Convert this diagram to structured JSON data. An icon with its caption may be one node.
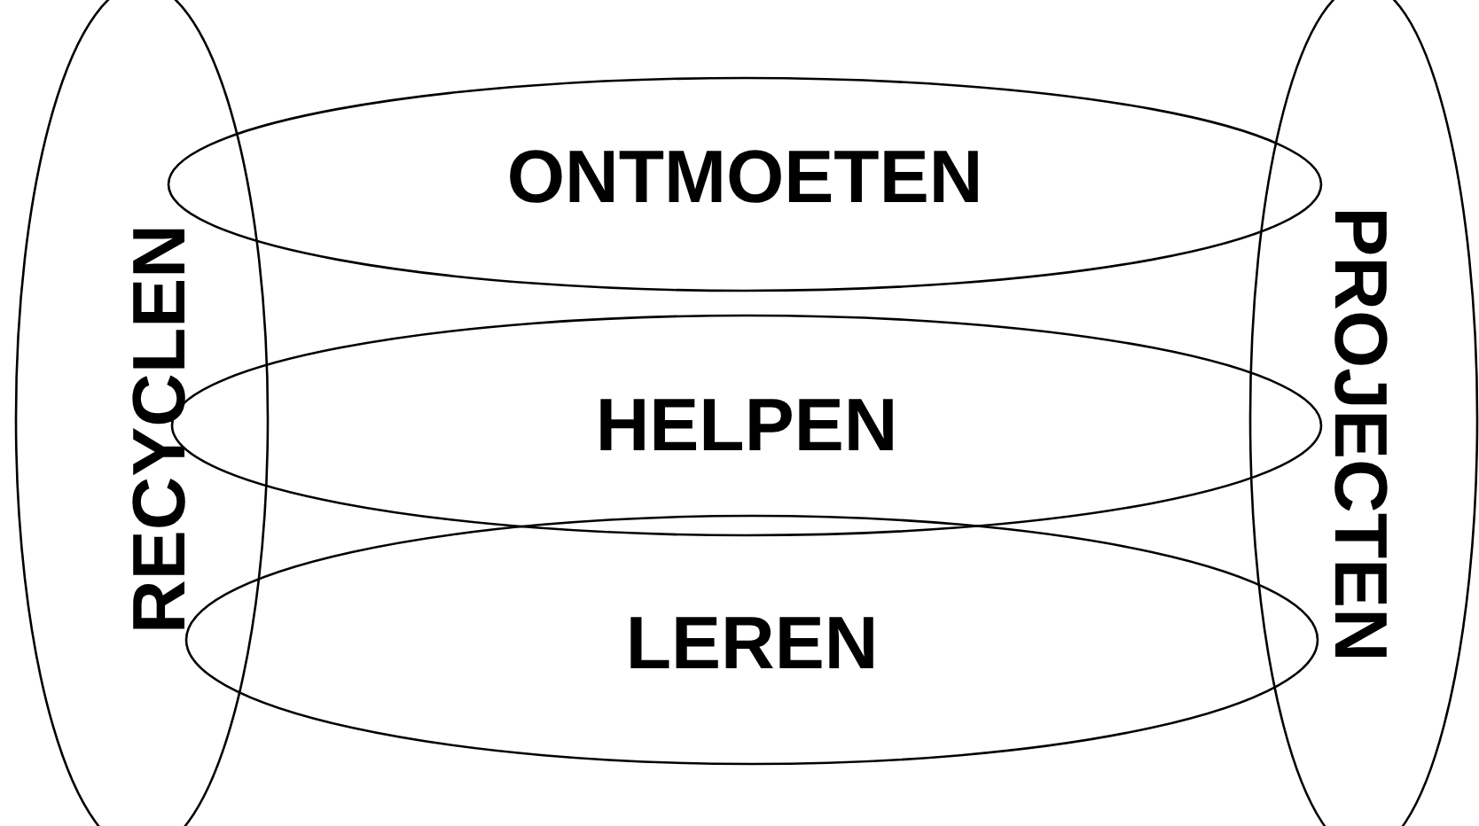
{
  "diagram": {
    "nodes": [
      {
        "text": [
          "RECYCLEN"
        ]
      },
      {
        "text": [
          "ONTMOETEN"
        ]
      },
      {
        "text": [
          "HELPEN"
        ]
      },
      {
        "text": [
          "LEREN"
        ]
      },
      {
        "text": [
          "PROJECTEN"
        ]
      }
    ]
  }
}
